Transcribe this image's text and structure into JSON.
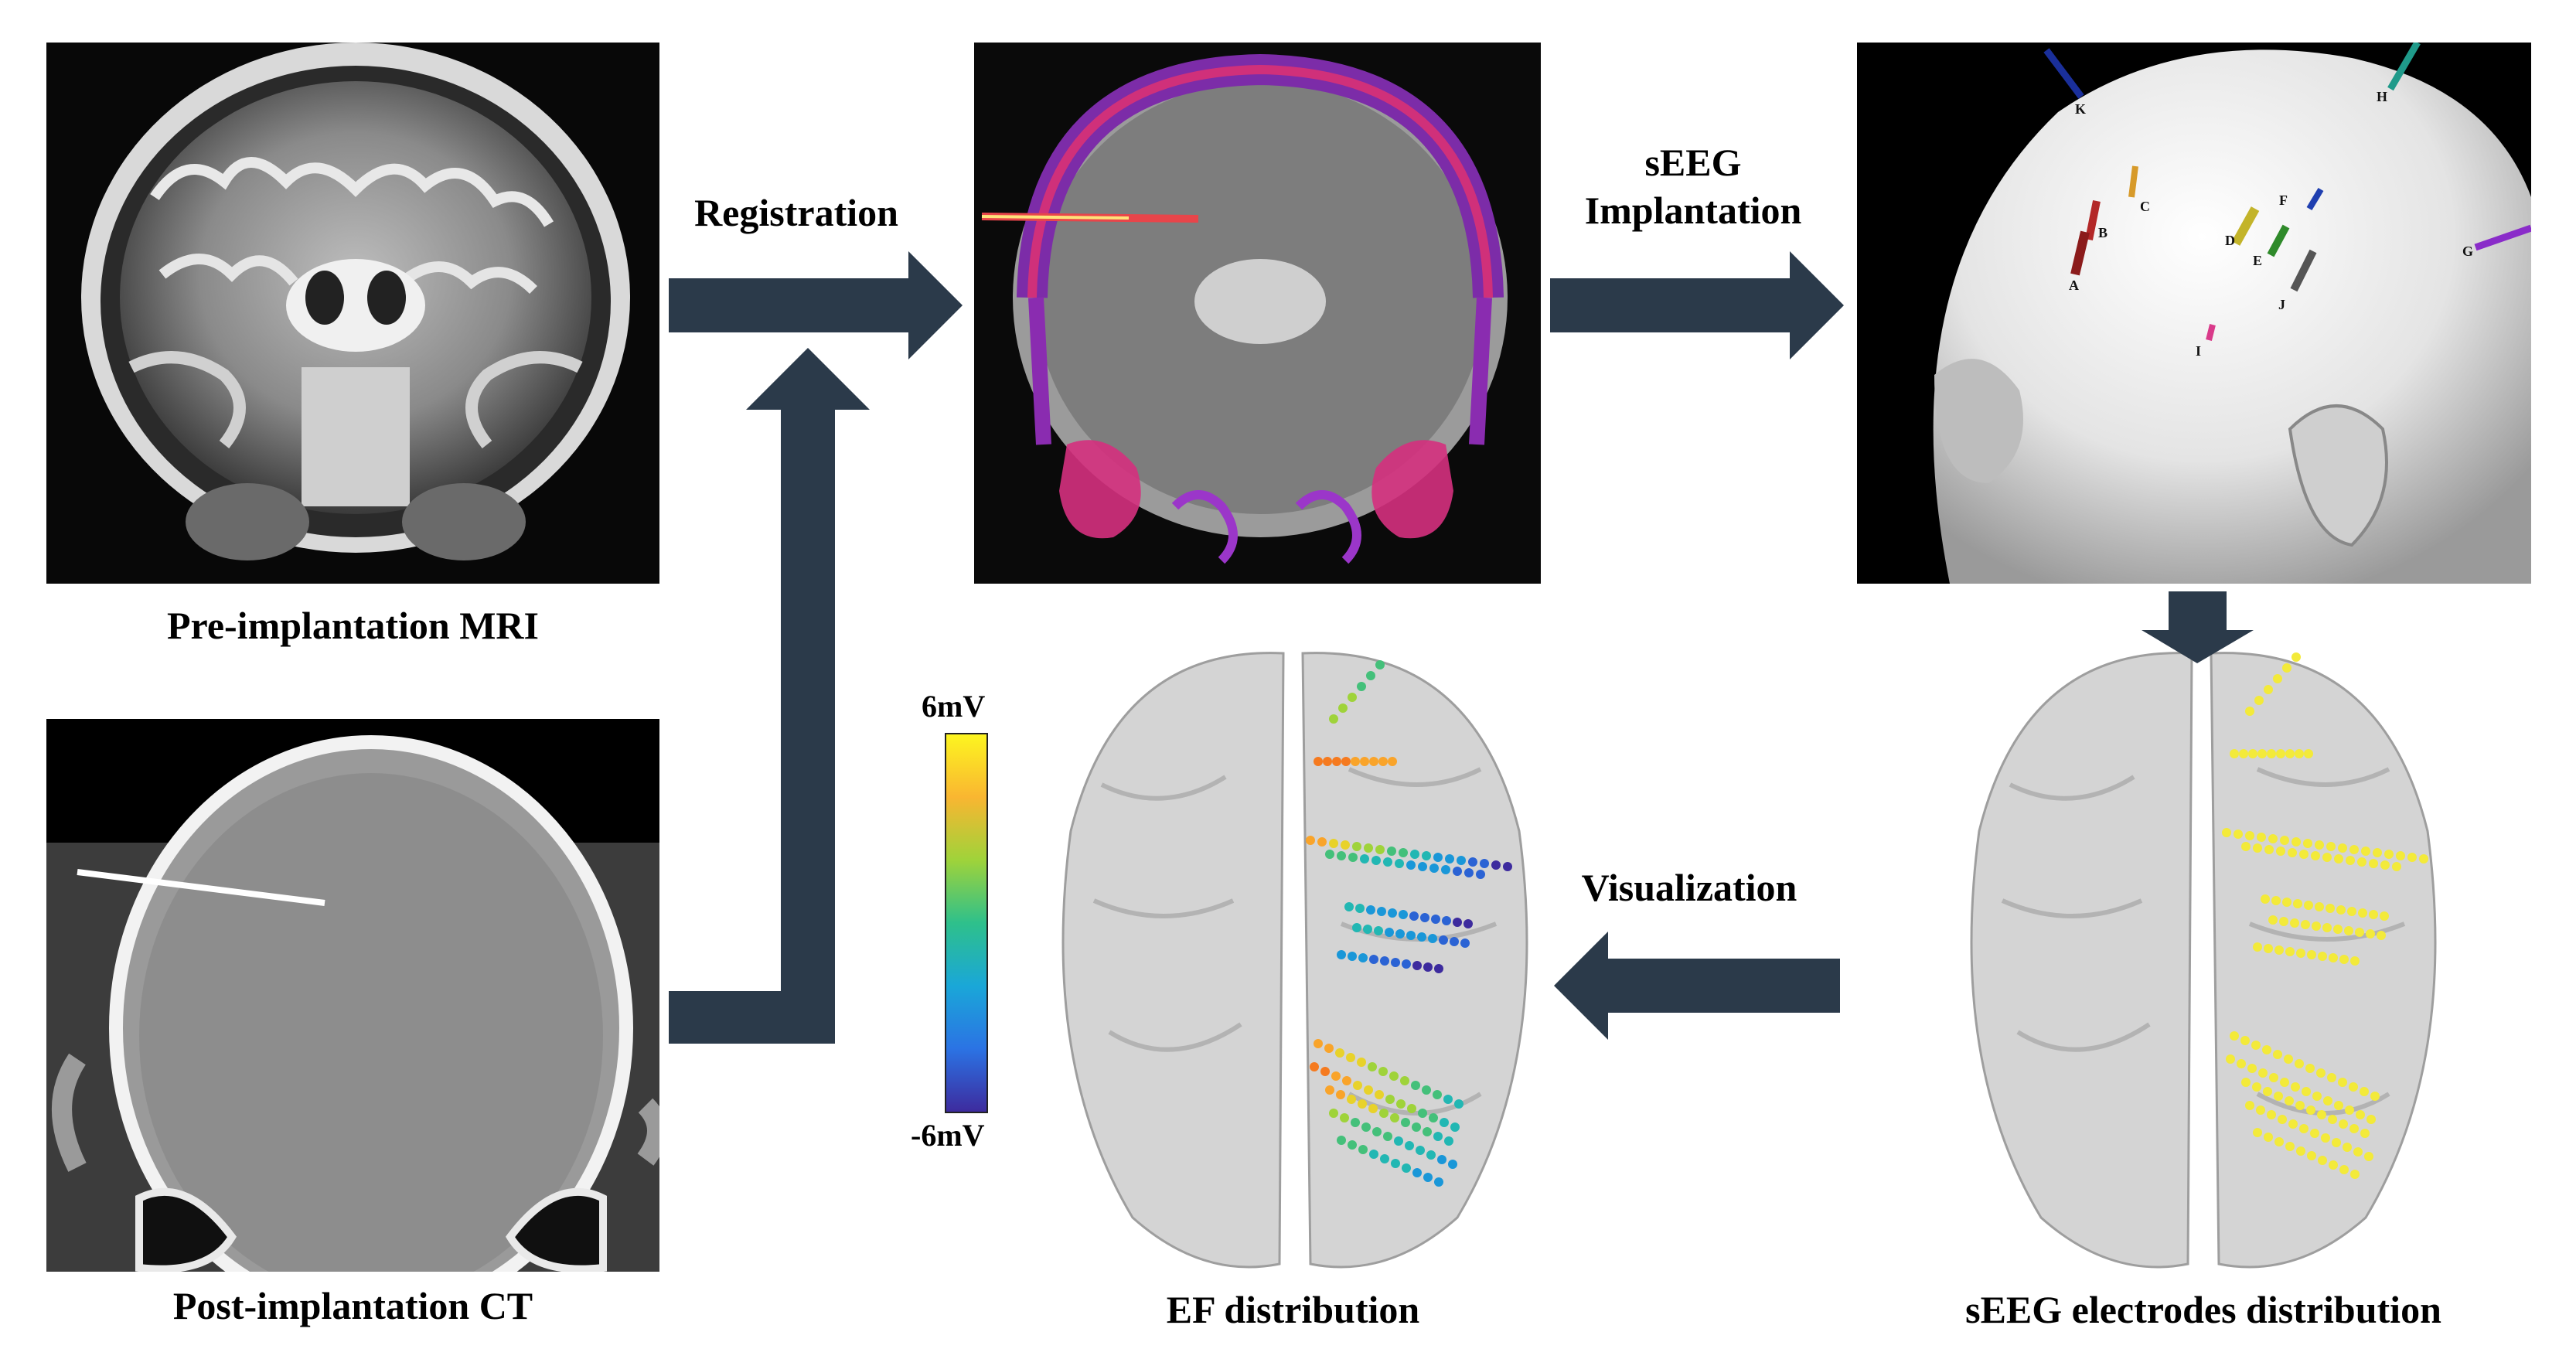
{
  "captions": {
    "mri": "Pre-implantation MRI",
    "ct": "Post-implantation CT",
    "ef": "EF distribution",
    "seeg_dist": "sEEG electrodes distribution"
  },
  "steps": {
    "registration": "Registration",
    "implantation_line1": "sEEG",
    "implantation_line2": "Implantation",
    "visualization": "Visualization"
  },
  "colorbar": {
    "max_label": "6mV",
    "min_label": "-6mV",
    "colors": [
      "#fdf520",
      "#f9b631",
      "#9fd33a",
      "#2ec08b",
      "#1aa7d8",
      "#2b73e4",
      "#3d2b9e"
    ]
  },
  "electrodes": {
    "labels": [
      "K",
      "H",
      "C",
      "B",
      "A",
      "F",
      "D",
      "E",
      "G",
      "J",
      "I"
    ]
  },
  "arrow_color": "#2b3a4a"
}
